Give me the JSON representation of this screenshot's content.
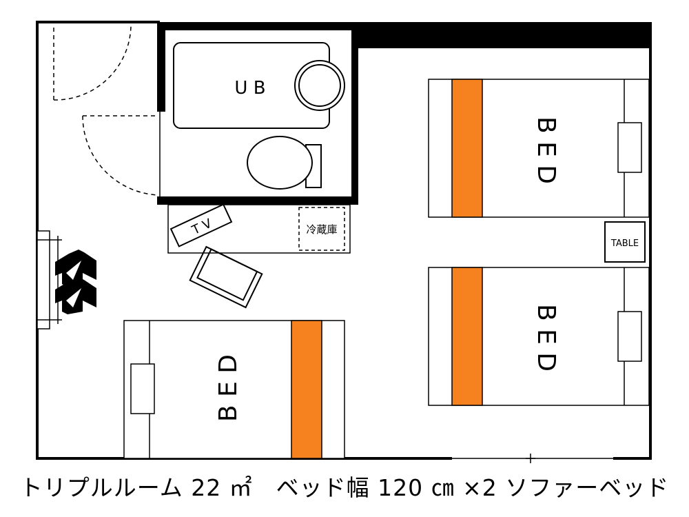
{
  "labels": {
    "unit_bath": "U B",
    "tv": "T V",
    "fridge": "冷蔵庫",
    "table": "TABLE",
    "bed_right_top": "B E D",
    "bed_right_bottom": "B E D",
    "bed_left": "B E D"
  },
  "caption": "トリプルルーム 22 ㎡　ベッド幅 120 ㎝ ×2 ソファーベッド",
  "colors": {
    "accent": "#f5821f",
    "wall": "#000000",
    "background": "#ffffff"
  }
}
